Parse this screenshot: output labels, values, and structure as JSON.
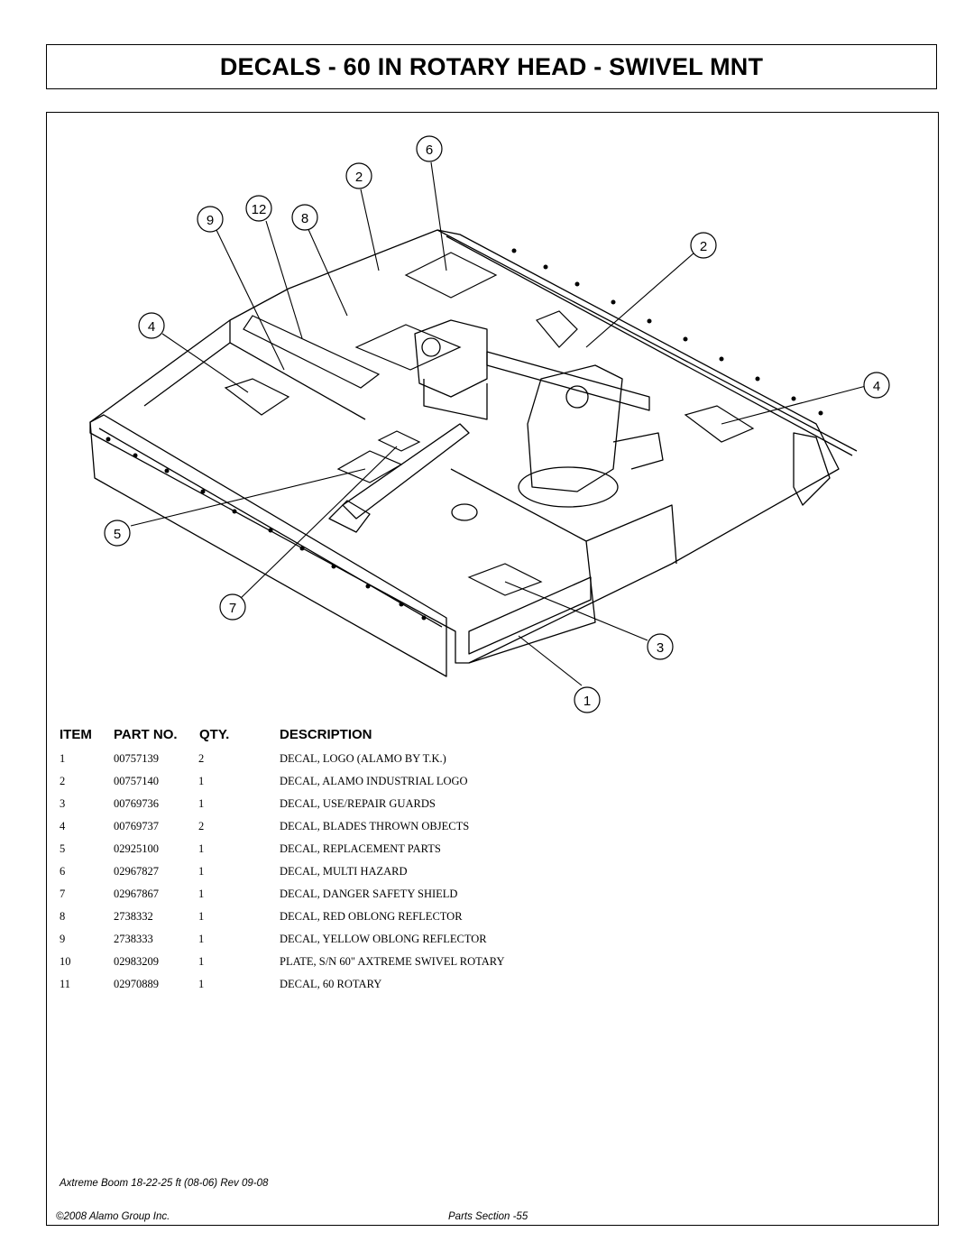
{
  "title": "DECALS - 60 IN ROTARY HEAD - SWIVEL MNT",
  "callouts": [
    "6",
    "2",
    "12",
    "9",
    "8",
    "2",
    "4",
    "4",
    "5",
    "7",
    "3",
    "1"
  ],
  "table": {
    "headers": {
      "item": "ITEM",
      "part_no": "PART NO.",
      "qty": "QTY.",
      "description": "DESCRIPTION"
    },
    "rows": [
      {
        "item": "1",
        "part_no": "00757139",
        "qty": "2",
        "description": "DECAL, LOGO (ALAMO BY T.K.)"
      },
      {
        "item": "2",
        "part_no": "00757140",
        "qty": "1",
        "description": "DECAL, ALAMO INDUSTRIAL LOGO"
      },
      {
        "item": "3",
        "part_no": "00769736",
        "qty": "1",
        "description": "DECAL, USE/REPAIR GUARDS"
      },
      {
        "item": "4",
        "part_no": "00769737",
        "qty": "2",
        "description": "DECAL, BLADES THROWN OBJECTS"
      },
      {
        "item": "5",
        "part_no": "02925100",
        "qty": "1",
        "description": "DECAL, REPLACEMENT PARTS"
      },
      {
        "item": "6",
        "part_no": "02967827",
        "qty": "1",
        "description": "DECAL, MULTI HAZARD"
      },
      {
        "item": "7",
        "part_no": "02967867",
        "qty": "1",
        "description": "DECAL, DANGER SAFETY SHIELD"
      },
      {
        "item": "8",
        "part_no": "2738332",
        "qty": "1",
        "description": "DECAL, RED OBLONG REFLECTOR"
      },
      {
        "item": "9",
        "part_no": "2738333",
        "qty": "1",
        "description": "DECAL, YELLOW OBLONG REFLECTOR"
      },
      {
        "item": "10",
        "part_no": "02983209",
        "qty": "1",
        "description": "PLATE, S/N 60\" AXTREME SWIVEL ROTARY"
      },
      {
        "item": "11",
        "part_no": "02970889",
        "qty": "1",
        "description": "DECAL, 60 ROTARY"
      }
    ]
  },
  "footer": {
    "manual": "Axtreme Boom 18-22-25 ft (08-06) Rev 09-08",
    "copyright": "©2008 Alamo Group Inc.",
    "page": "Parts Section -55"
  }
}
